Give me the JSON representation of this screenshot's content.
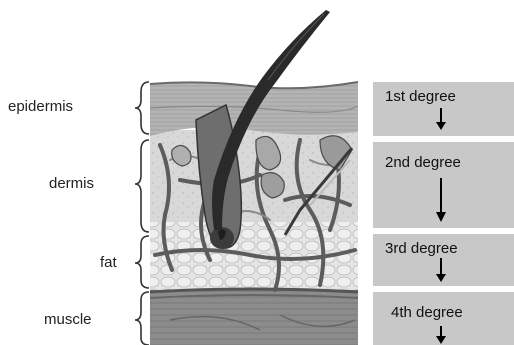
{
  "layers": {
    "epidermis": "epidermis",
    "dermis": "dermis",
    "fat": "fat",
    "muscle": "muscle"
  },
  "degrees": {
    "first": "1st degree",
    "second": "2nd degree",
    "third": "3rd degree",
    "fourth": "4th degree"
  }
}
